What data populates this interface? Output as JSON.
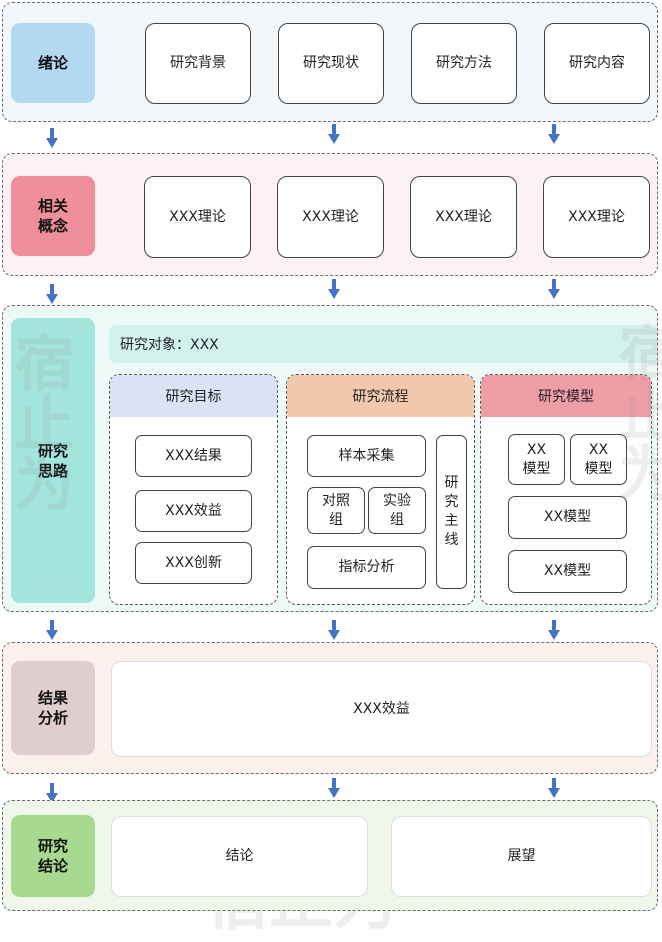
{
  "sections": {
    "intro": {
      "label": "绪论",
      "items": [
        "研究背景",
        "研究现状",
        "研究方法",
        "研究内容"
      ]
    },
    "concepts": {
      "label": "相关\n概念",
      "items": [
        "XXX理论",
        "XXX理论",
        "XXX理论",
        "XXX理论"
      ]
    },
    "approach": {
      "label": "研究\n思路",
      "object": "研究对象：XXX",
      "goal": {
        "title": "研究目标",
        "items": [
          "XXX结果",
          "XXX效益",
          "XXX创新"
        ]
      },
      "process": {
        "title": "研究流程",
        "sample": "样本采集",
        "control": "对照\n组",
        "experiment": "实验\n组",
        "analysis": "指标分析",
        "mainline": "研\n究\n主\n线"
      },
      "model": {
        "title": "研究模型",
        "items": [
          "XX\n模型",
          "XX\n模型",
          "XX模型",
          "XX模型"
        ]
      }
    },
    "results": {
      "label": "结果\n分析",
      "content": "XXX效益"
    },
    "conclusion": {
      "label": "研究\n结论",
      "items": [
        "结论",
        "展望"
      ]
    }
  },
  "colors": {
    "intro_bg": "#f2f7fc",
    "intro_label": "#b3d8f2",
    "concepts_bg": "#fcf2f3",
    "concepts_label": "#ef8f9c",
    "approach_bg": "#eefaf8",
    "approach_label": "#a3e4dc",
    "object_bar": "#d2f2ee",
    "goal_head": "#dae3f3",
    "process_head": "#f2c8ac",
    "model_head": "#ef9ea6",
    "results_bg": "#fcf1ed",
    "results_label": "#e0cdcd",
    "conclusion_bg": "#eff7ea",
    "conclusion_label": "#a8d990",
    "arrow": "#4472c4"
  }
}
